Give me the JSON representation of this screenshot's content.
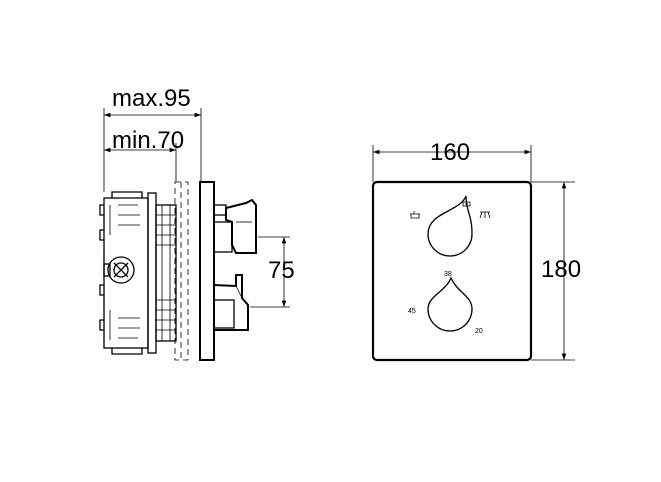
{
  "side_view": {
    "dim_max_label": "max.95",
    "dim_min_label": "min.70",
    "dim_spacing_label": "75"
  },
  "front_view": {
    "dim_width_label": "160",
    "dim_height_label": "180",
    "temp_labels": {
      "top": "38",
      "left": "45",
      "bottom": "20"
    }
  }
}
